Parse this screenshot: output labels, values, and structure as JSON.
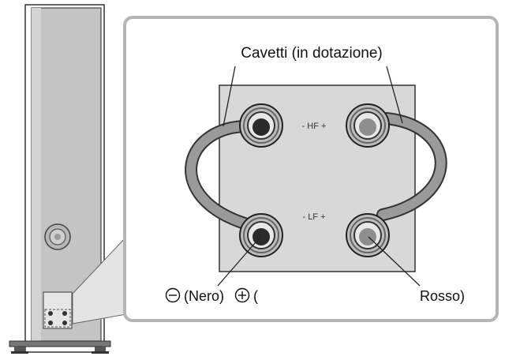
{
  "callout": {
    "cables_label": "Cavetti (in dotazione)",
    "hf_label": "- HF +",
    "lf_label": "- LF +",
    "negative_label": "(Nero)",
    "positive_prefix": "(",
    "positive_label": "Rosso)"
  },
  "icons": {
    "minus": "circled-minus-icon",
    "plus": "circled-plus-icon"
  },
  "colors": {
    "black_terminal": "#2b2b2b",
    "red_terminal": "#8e8e8e",
    "panel": "#d8d8d8",
    "cable": "#9a9a9a"
  }
}
